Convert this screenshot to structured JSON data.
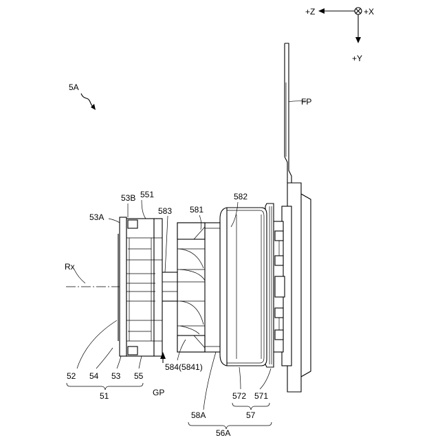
{
  "figure_label": "5A",
  "axes": {
    "minus_z": "+Z",
    "plus_x": "+X",
    "plus_y": "+Y"
  },
  "labels": {
    "fp": "FP",
    "rx": "Rx",
    "l53b": "53B",
    "l551": "551",
    "l53a": "53A",
    "l583": "583",
    "l581": "581",
    "l582": "582",
    "l52": "52",
    "l54": "54",
    "l53": "53",
    "l55": "55",
    "l51": "51",
    "l584": "584(5841)",
    "gp": "GP",
    "l572": "572",
    "l571": "571",
    "l57": "57",
    "l58a": "58A",
    "l56a": "56A"
  }
}
